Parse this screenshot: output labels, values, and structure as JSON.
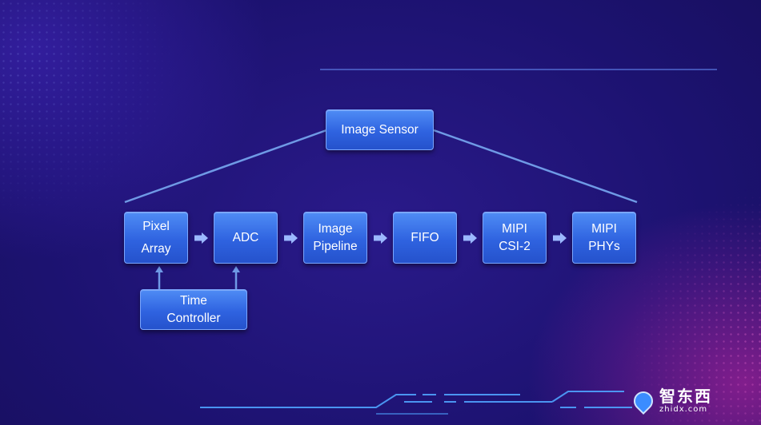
{
  "diagram": {
    "top": {
      "label": "Image Sensor"
    },
    "stages": [
      {
        "label": "Pixel\nArray"
      },
      {
        "label": "ADC"
      },
      {
        "label": "Image\nPipeline"
      },
      {
        "label": "FIFO"
      },
      {
        "label": "MIPI\nCSI-2"
      },
      {
        "label": "MIPI\nPHYs"
      }
    ],
    "controller": {
      "label": "Time\nController"
    }
  },
  "watermark": {
    "cn": "智东西",
    "en": "zhidx.com"
  },
  "colors": {
    "box": "#2f63e0",
    "line": "#6f9ae6",
    "arrow": "#9bb8ff"
  }
}
